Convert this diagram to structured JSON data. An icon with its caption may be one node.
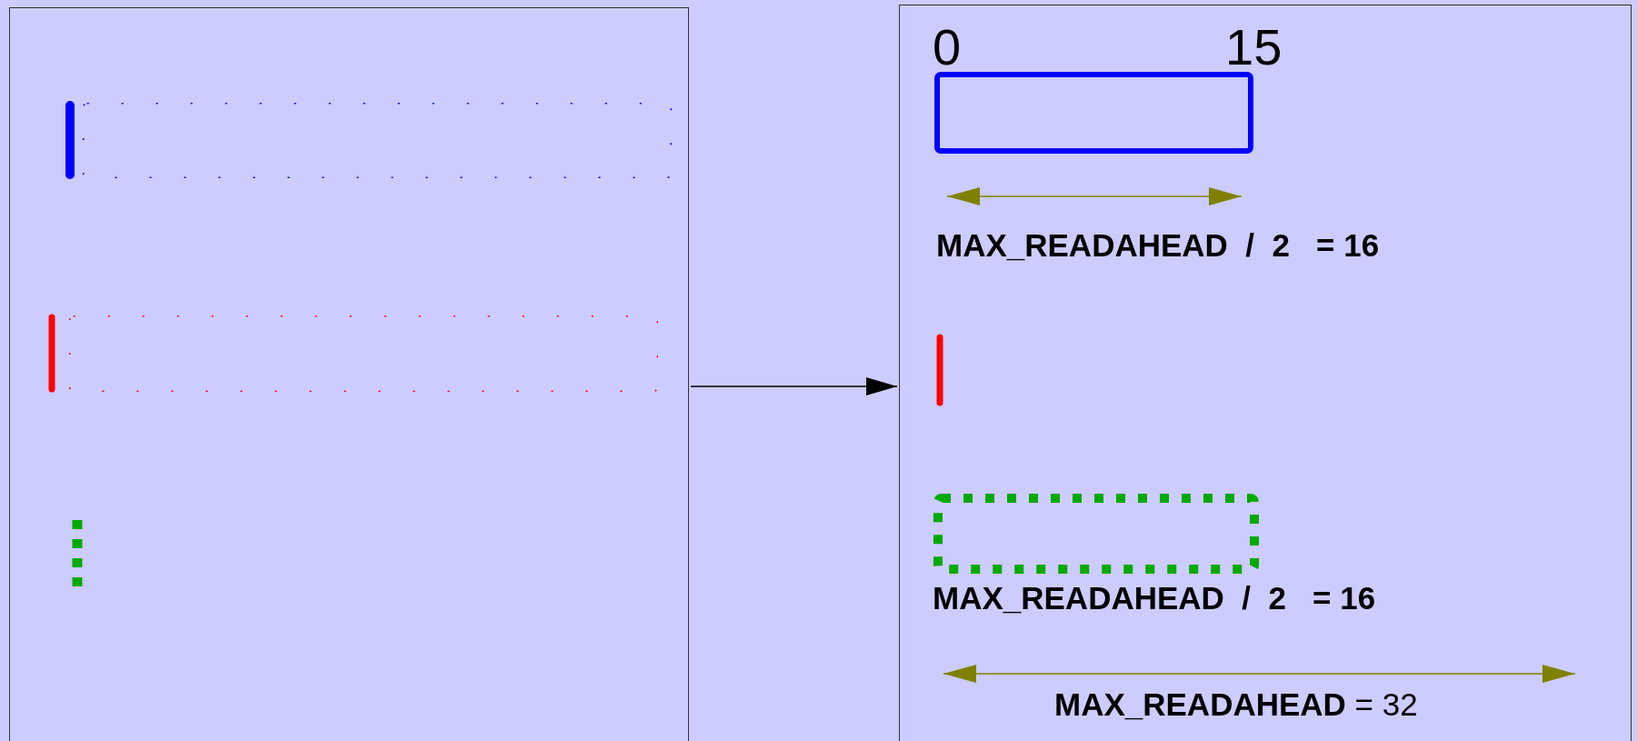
{
  "diagram": {
    "nodes": [
      {
        "text": [],
        "shape": "box"
      },
      {
        "text": [],
        "shape": "box",
        "in": 0
      },
      {
        "text": [],
        "shape": "box",
        "in": 0
      },
      {
        "text": [],
        "shape": "box"
      },
      {
        "text": [],
        "shape": "box",
        "in": 3
      },
      {
        "text": [],
        "shape": "box",
        "in": 3
      }
    ],
    "edges": [
      {
        "from": 0,
        "to": 3,
        "arrow": "to"
      }
    ],
    "labels": [
      "0",
      "15",
      "MAX_READAHEAD  /  2   = 16",
      "MAX_READAHEAD  /  2   = 16",
      "**MAX_READAHEAD** = 32"
    ]
  }
}
